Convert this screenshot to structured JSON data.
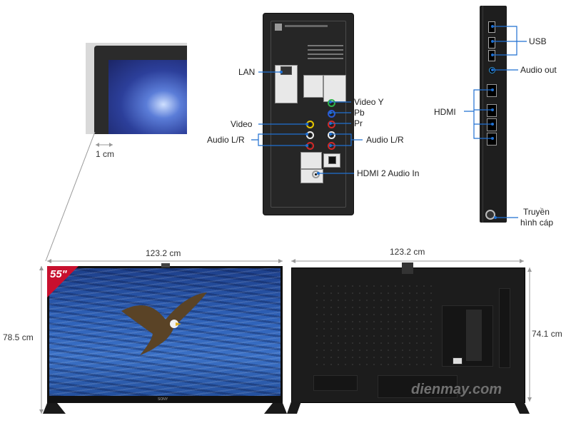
{
  "callouts": {
    "lan": "LAN",
    "video": "Video",
    "audio_lr_left": "Audio L/R",
    "video_y": "Video Y",
    "pb": "Pb",
    "pr": "Pr",
    "audio_lr_right": "Audio L/R",
    "hdmi2_audio_in": "HDMI 2 Audio In",
    "usb": "USB",
    "audio_out": "Audio out",
    "hdmi": "HDMI",
    "coax_line1": "Truyền",
    "coax_line2": "hình cáp"
  },
  "dimensions": {
    "bezel": "1 cm",
    "front_width": "123.2  cm",
    "front_height": "78.5  cm",
    "back_width": "123.2  cm",
    "back_height": "74.1  cm"
  },
  "badge": {
    "text": "55\"",
    "color": "#c8102e"
  },
  "watermark": "dienmay.com",
  "colors": {
    "callout_line": "#1f6fd1",
    "dim_line": "#888888"
  }
}
